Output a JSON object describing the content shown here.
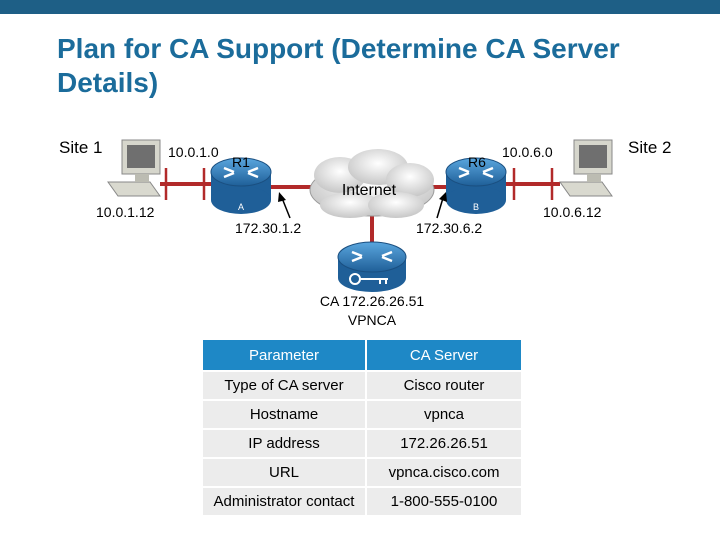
{
  "title": "Plan for CA Support (Determine CA Server Details)",
  "diagram": {
    "site1": "Site 1",
    "site2": "Site 2",
    "r1": "R1",
    "r6": "R6",
    "internet": "Internet",
    "net_1_0": "10.0.1.0",
    "net_6_0": "10.0.6.0",
    "host_1_12": "10.0.1.12",
    "host_6_12": "10.0.6.12",
    "ip_r1": "172.30.1.2",
    "ip_r6": "172.30.6.2",
    "router_a": "A",
    "router_b": "B",
    "ca_label": "CA 172.26.26.51",
    "ca_name": "VPNCA"
  },
  "table": {
    "headers": [
      "Parameter",
      "CA Server"
    ],
    "rows": [
      [
        "Type of CA server",
        "Cisco router"
      ],
      [
        "Hostname",
        "vpnca"
      ],
      [
        "IP address",
        "172.26.26.51"
      ],
      [
        "URL",
        "vpnca.cisco.com"
      ],
      [
        "Administrator contact",
        "1-800-555-0100"
      ]
    ]
  },
  "colors": {
    "title": "#1b6c9b",
    "link": "#b22a2a",
    "router": "#2f7fbf",
    "table_header": "#1e88c6",
    "table_cell": "#ececec"
  }
}
